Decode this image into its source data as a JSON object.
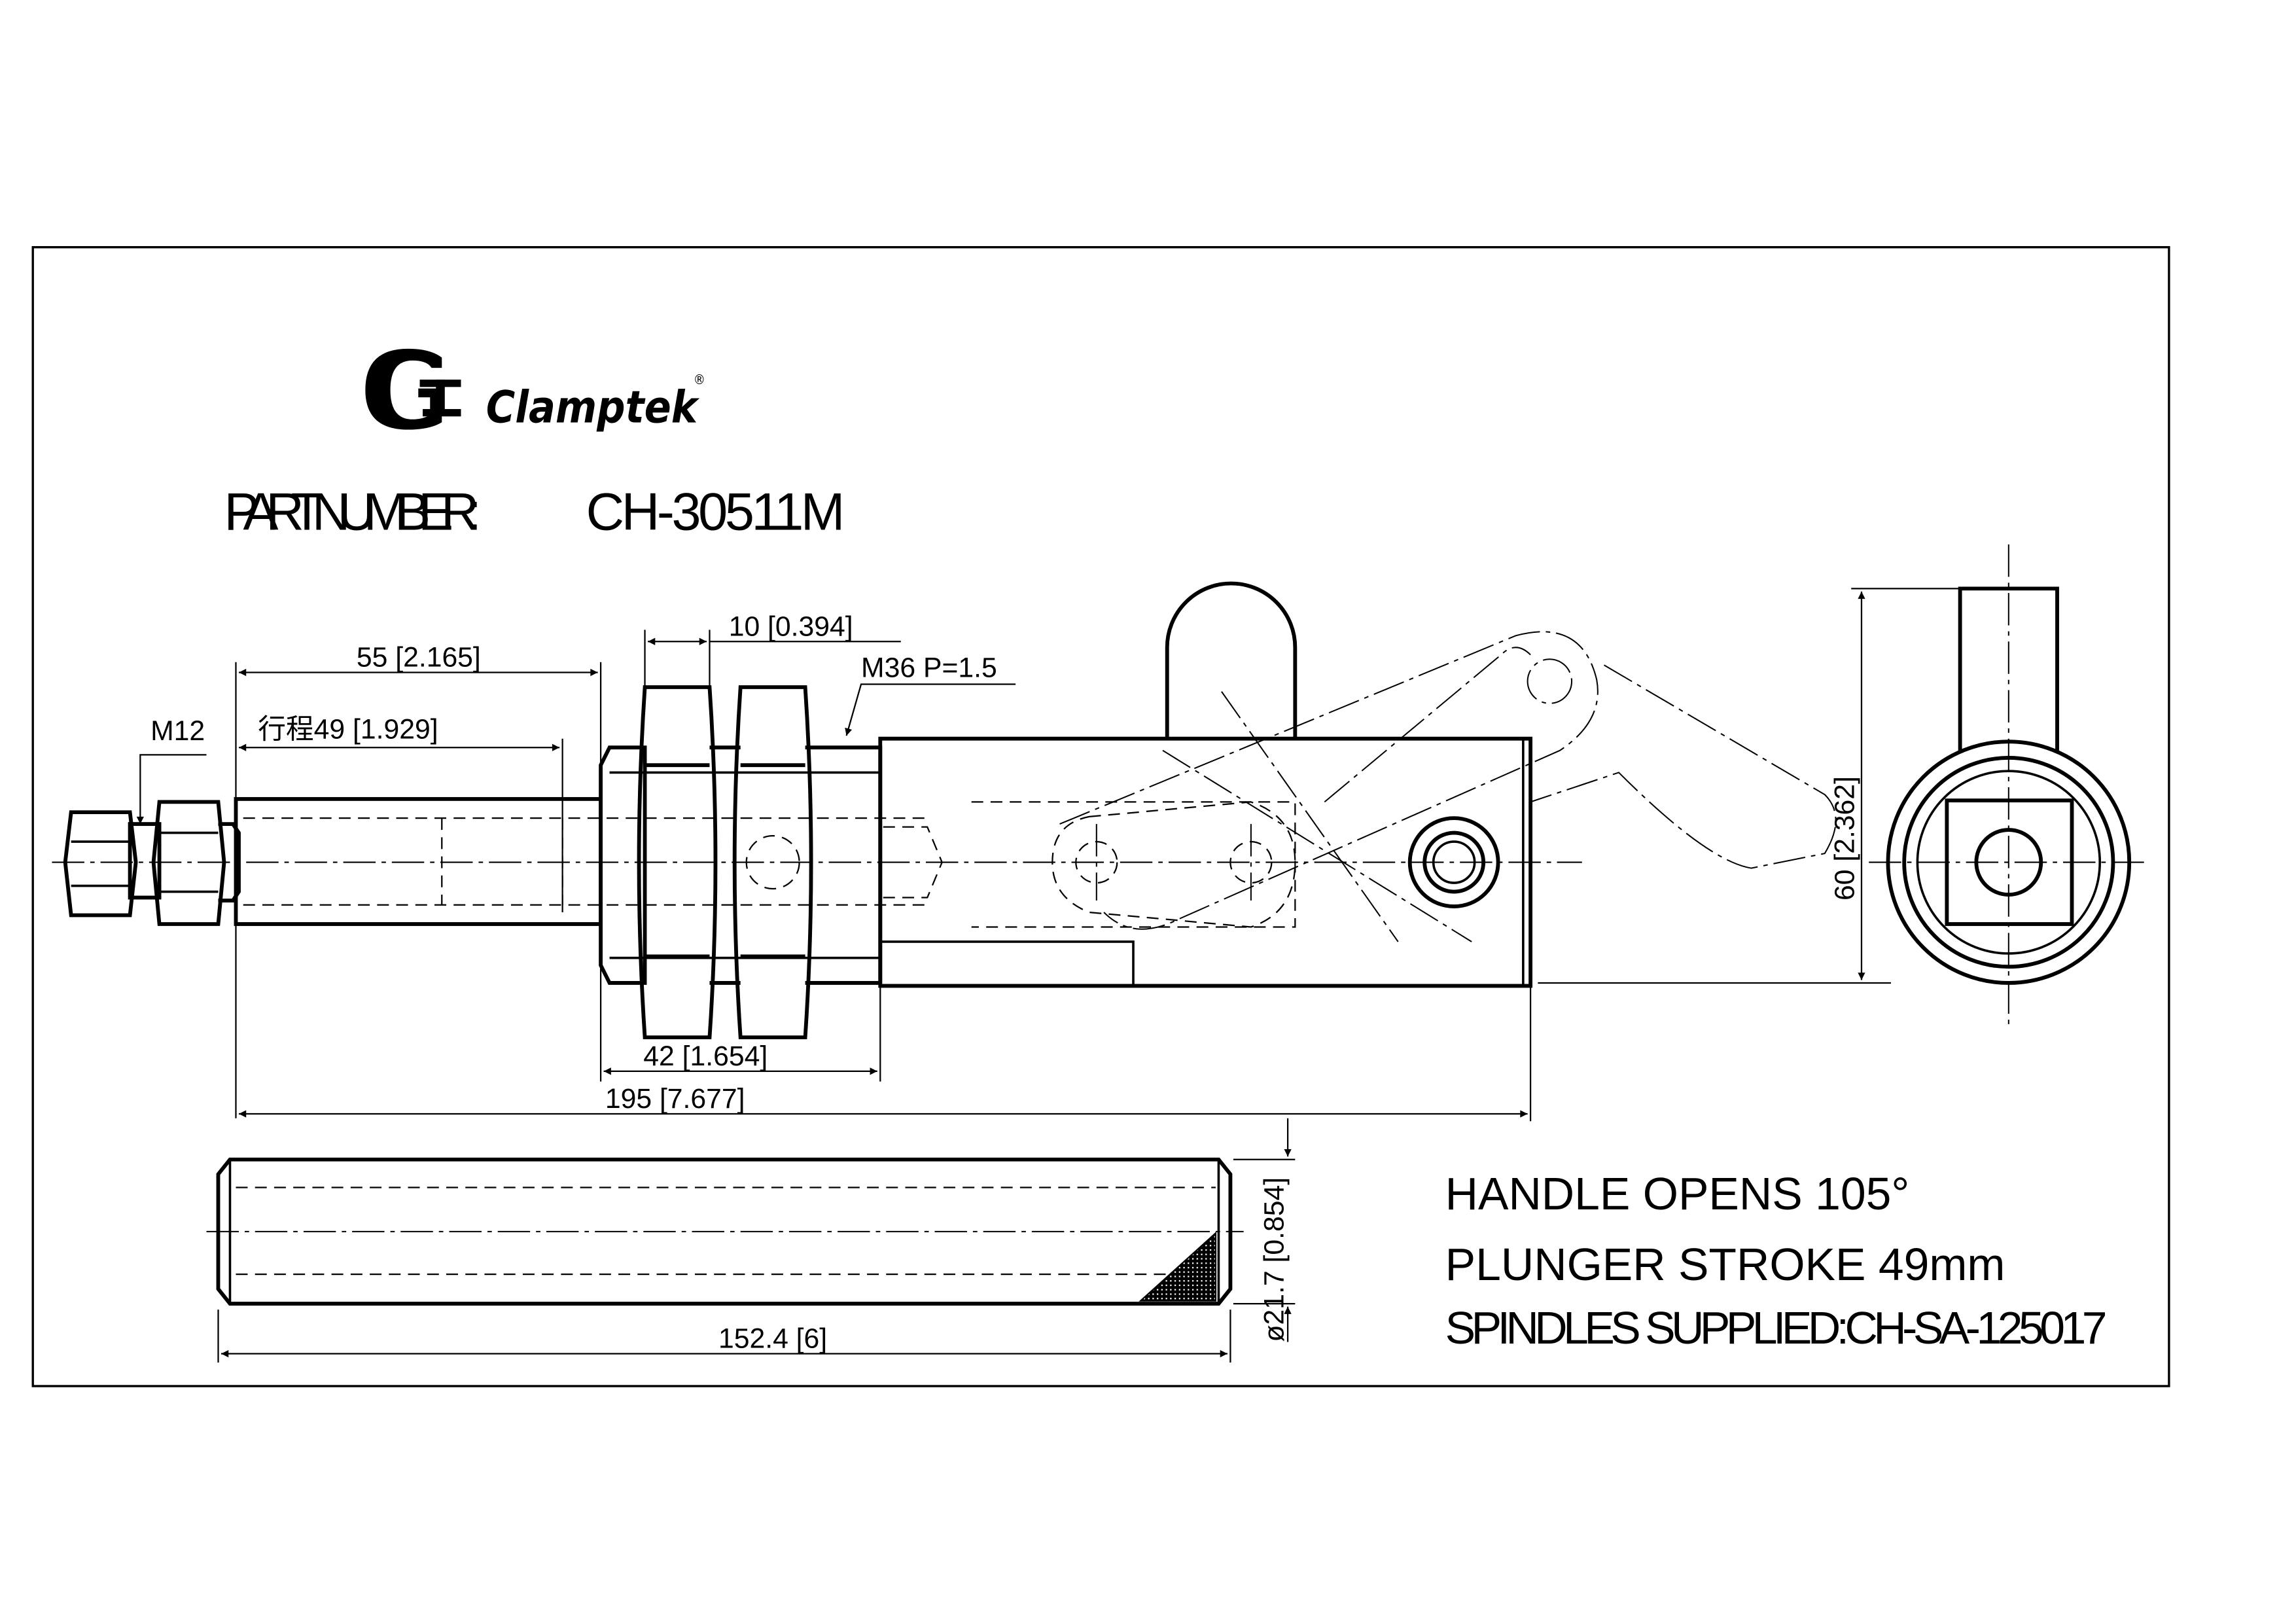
{
  "logo": {
    "mark": "CT",
    "brand": "Clamptek",
    "registered": "®"
  },
  "part_number": {
    "label": "PART NUMBER:",
    "value": "CH-30511M"
  },
  "dimensions": {
    "d55": "55 [2.165]",
    "stroke": "行程49 [1.929]",
    "d10": "10 [0.394]",
    "thread": "M36 P=1.5",
    "m12": "M12",
    "d42": "42 [1.654]",
    "d195": "195 [7.677]",
    "d60": "60 [2.362]",
    "spindle_len": "152.4 [6]",
    "spindle_dia": "ø21.7 [0.854]"
  },
  "notes": [
    "HANDLE OPENS 105°",
    "PLUNGER STROKE 49mm",
    "SPINDLES SUPPLIED:CH-SA-125017"
  ]
}
